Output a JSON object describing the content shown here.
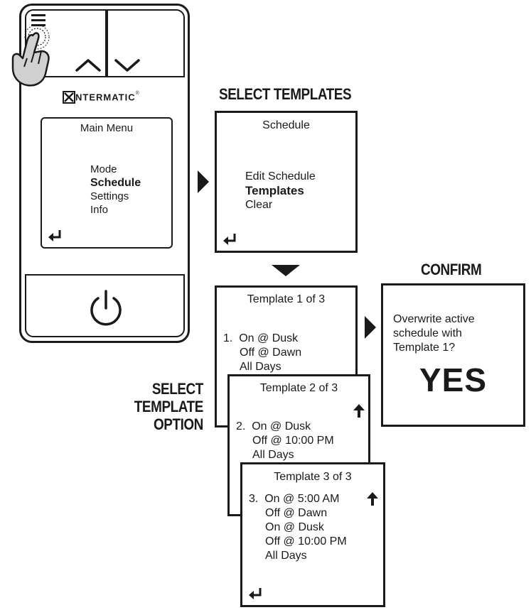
{
  "device": {
    "brand": "NTERMATIC",
    "menu_title": "Main Menu",
    "menu_items": [
      "Mode",
      "Schedule",
      "Settings",
      "Info"
    ],
    "selected_index": 1,
    "icons": [
      "menu-icon",
      "up-chevron-icon",
      "down-chevron-icon",
      "enter-icon",
      "power-icon",
      "hand-pointer-icon"
    ]
  },
  "labels": {
    "select_templates": "SELECT TEMPLATES",
    "confirm": "CONFIRM",
    "select_option_1": "SELECT",
    "select_option_2": "TEMPLATE",
    "select_option_3": "OPTION"
  },
  "schedule_screen": {
    "title": "Schedule",
    "items": [
      "Edit Schedule",
      "Templates",
      "Clear"
    ],
    "selected_index": 1
  },
  "templates": [
    {
      "title": "Template 1 of 3",
      "lines": [
        "1.  On @ Dusk",
        "Off @ Dawn",
        "All Days"
      ]
    },
    {
      "title": "Template 2 of 3",
      "lines": [
        "2.  On @ Dusk",
        "Off @ 10:00 PM",
        "All Days"
      ]
    },
    {
      "title": "Template 3 of 3",
      "lines": [
        "3.  On @ 5:00 AM",
        "Off @ Dawn",
        "On @ Dusk",
        "Off @ 10:00 PM",
        "All Days"
      ]
    }
  ],
  "confirm_screen": {
    "lines": [
      "Overwrite active",
      "schedule with",
      "Template 1?"
    ],
    "answer": "YES"
  }
}
